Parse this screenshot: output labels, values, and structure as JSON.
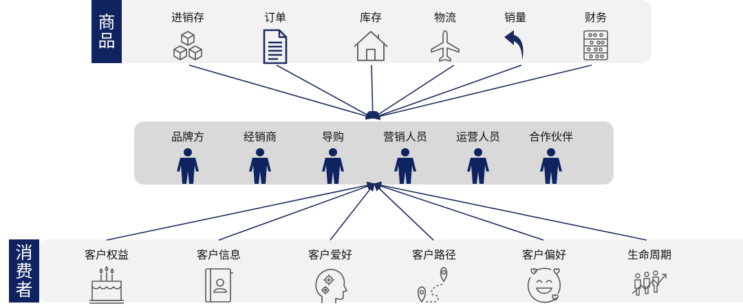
{
  "top_tag": [
    "商",
    "品"
  ],
  "bottom_tag": [
    "消",
    "费",
    "者"
  ],
  "top_items": [
    {
      "label": "进销存",
      "icon": "boxes-icon"
    },
    {
      "label": "订单",
      "icon": "document-icon"
    },
    {
      "label": "库存",
      "icon": "house-icon"
    },
    {
      "label": "物流",
      "icon": "airplane-icon"
    },
    {
      "label": "销量",
      "icon": "curved-arrow-up-icon"
    },
    {
      "label": "财务",
      "icon": "abacus-icon"
    }
  ],
  "middle_items": [
    {
      "label": "品牌方",
      "icon": "person-icon"
    },
    {
      "label": "经销商",
      "icon": "person-icon"
    },
    {
      "label": "导购",
      "icon": "person-icon"
    },
    {
      "label": "营销人员",
      "icon": "person-icon"
    },
    {
      "label": "运营人员",
      "icon": "person-icon"
    },
    {
      "label": "合作伙伴",
      "icon": "person-icon"
    }
  ],
  "bottom_items": [
    {
      "label": "客户权益",
      "icon": "cake-icon"
    },
    {
      "label": "客户信息",
      "icon": "contact-book-icon"
    },
    {
      "label": "客户爱好",
      "icon": "head-gears-icon"
    },
    {
      "label": "客户路径",
      "icon": "route-pins-icon"
    },
    {
      "label": "客户偏好",
      "icon": "smiley-hearts-icon"
    },
    {
      "label": "生命周期",
      "icon": "people-growth-icon"
    }
  ],
  "colors": {
    "navy": "#0f2360",
    "line": "#1b2a5c",
    "band_light": "#f2f2f3",
    "band_mid": "#d9d9da"
  }
}
